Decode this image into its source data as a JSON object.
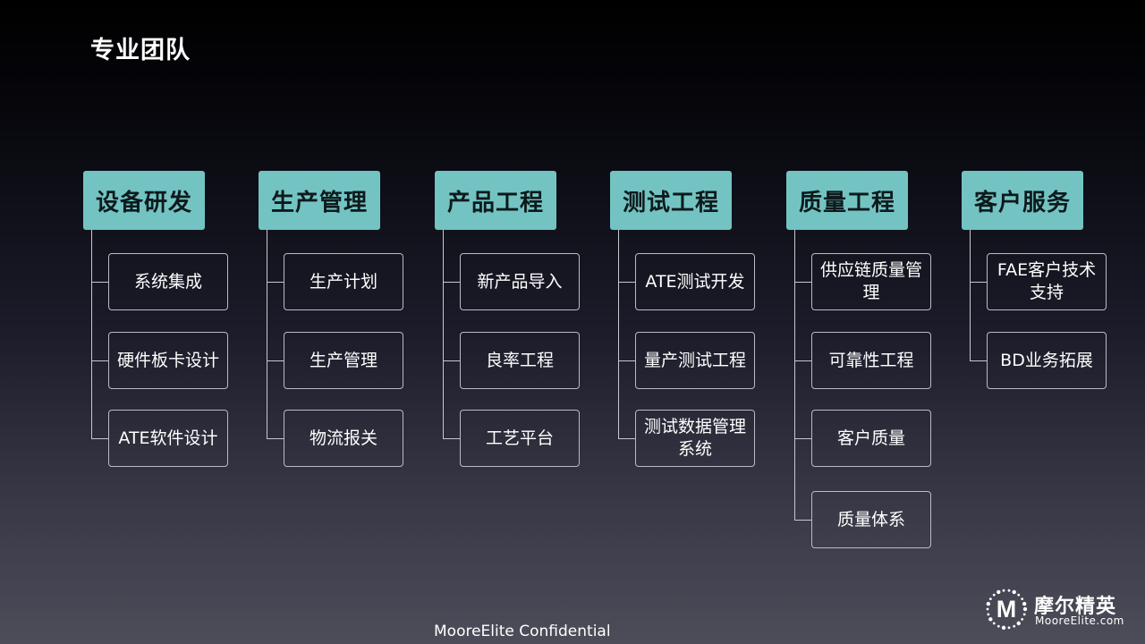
{
  "page_title": "专业团队",
  "departments": [
    {
      "name": "设备研发",
      "subs": [
        "系统集成",
        "硬件板卡设计",
        "ATE软件设计"
      ]
    },
    {
      "name": "生产管理",
      "subs": [
        "生产计划",
        "生产管理",
        "物流报关"
      ]
    },
    {
      "name": "产品工程",
      "subs": [
        "新产品导入",
        "良率工程",
        "工艺平台"
      ]
    },
    {
      "name": "测试工程",
      "subs": [
        "ATE测试开发",
        "量产测试工程",
        "测试数据管理系统"
      ]
    },
    {
      "name": "质量工程",
      "subs": [
        "供应链质量管理",
        "可靠性工程",
        "客户质量",
        "质量体系"
      ]
    },
    {
      "name": "客户服务",
      "subs": [
        "FAE客户技术支持",
        "BD业务拓展"
      ]
    }
  ],
  "footer": "MooreElite Confidential",
  "logo": {
    "cn": "摩尔精英",
    "en": "MooreElite.com",
    "mark_letter": "M",
    "mark_icon": "dotted-circle-m-logo"
  }
}
